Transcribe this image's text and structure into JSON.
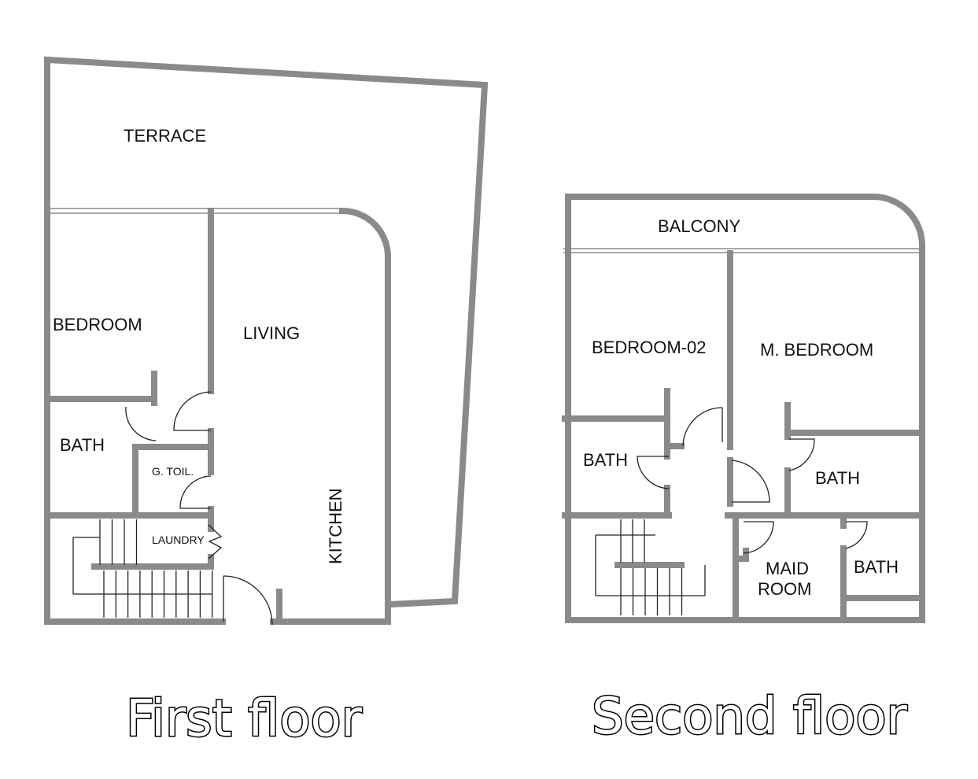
{
  "first_floor": {
    "title": "First floor",
    "rooms": {
      "terrace": "TERRACE",
      "bedroom": "BEDROOM",
      "living": "LIVING",
      "bath": "BATH",
      "guest_toilet": "G. TOIL.",
      "laundry": "LAUNDRY",
      "kitchen": "KITCHEN"
    }
  },
  "second_floor": {
    "title": "Second floor",
    "rooms": {
      "balcony": "BALCONY",
      "bedroom_02": "BEDROOM-02",
      "master_bedroom": "M. BEDROOM",
      "bath_1": "BATH",
      "bath_2": "BATH",
      "maid_room_line1": "MAID",
      "maid_room_line2": "ROOM",
      "bath_3": "BATH"
    }
  },
  "colors": {
    "wall": "#8a8a8a",
    "text": "#111111"
  }
}
